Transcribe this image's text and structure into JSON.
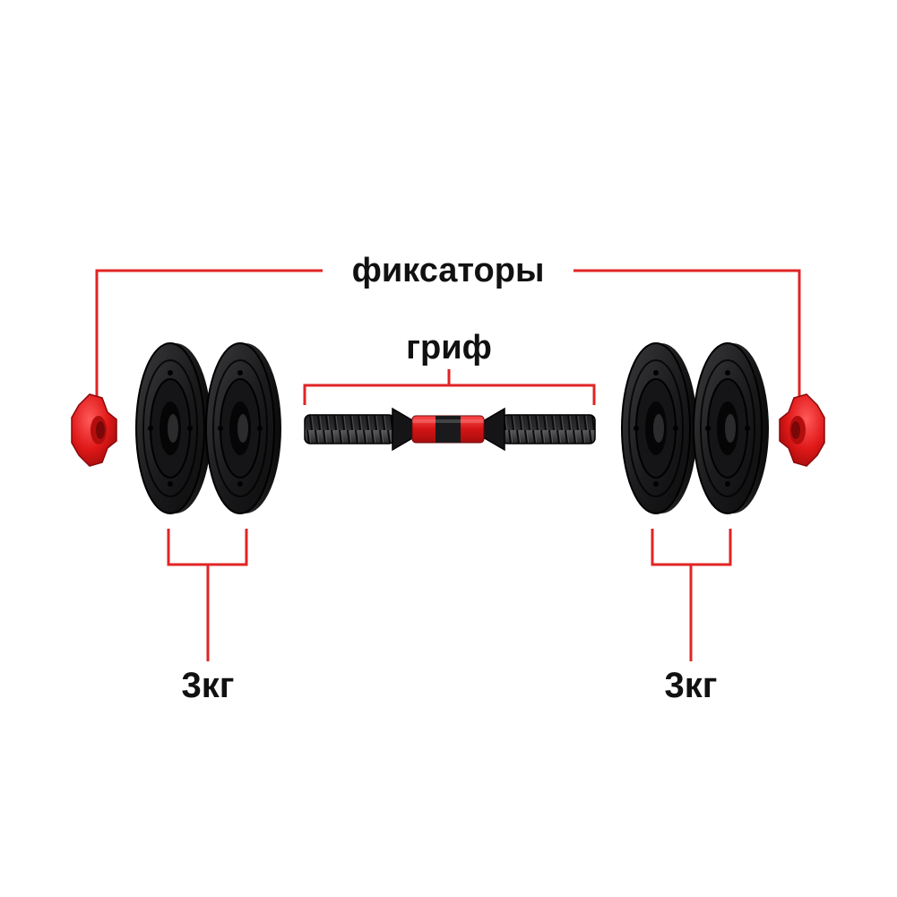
{
  "labels": {
    "collars": "фиксаторы",
    "bar": "гриф",
    "left_weight": "3кг",
    "right_weight": "3кг"
  },
  "colors": {
    "accent": "#e02424",
    "plate": "#1c1c1e",
    "background": "#ffffff"
  }
}
